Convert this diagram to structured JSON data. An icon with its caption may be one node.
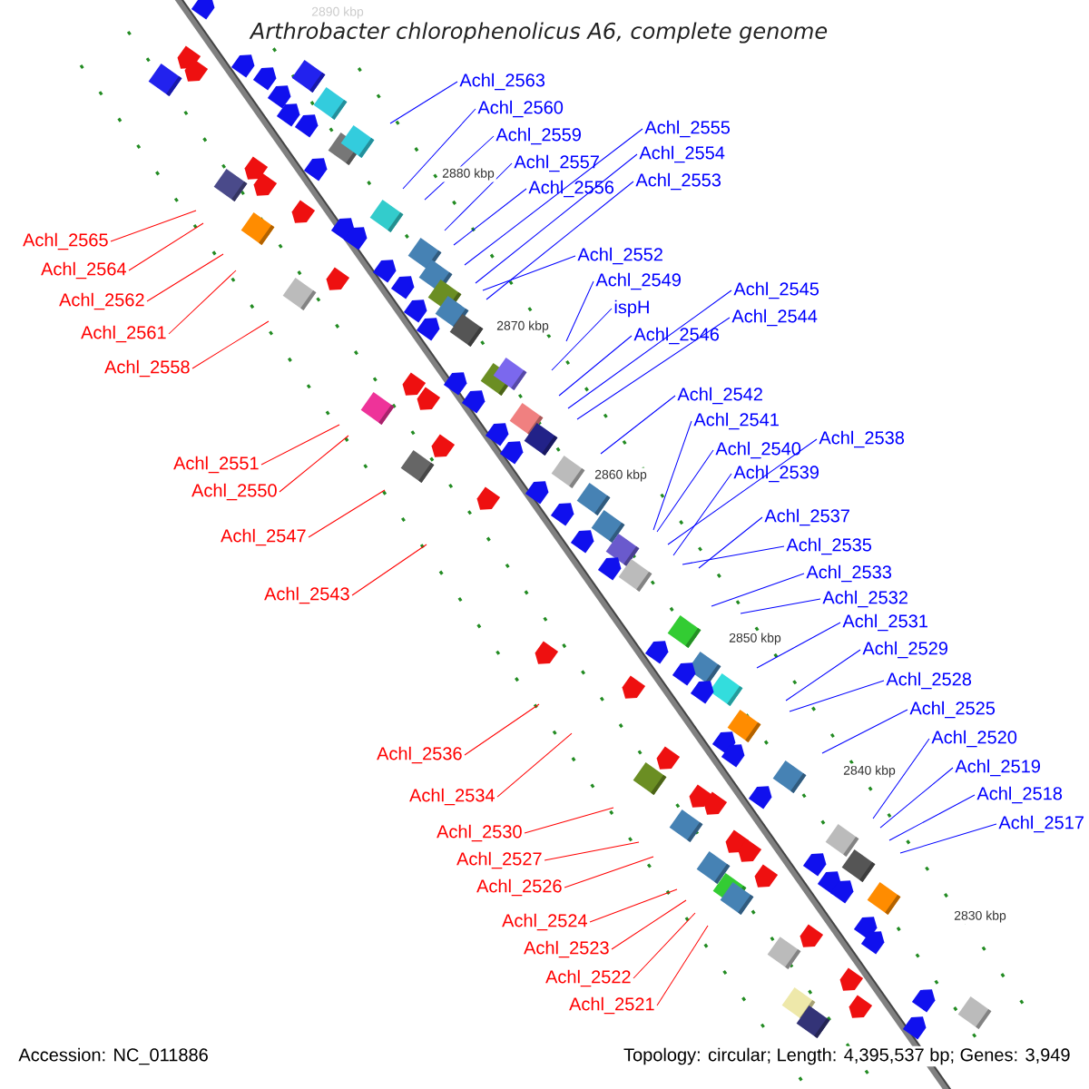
{
  "diagram": {
    "title": "Arthrobacter chlorophenolicus A6, complete genome",
    "nodes": [
      {
        "text": [
          "Achl_2563"
        ]
      },
      {
        "text": [
          "Achl_2560"
        ]
      },
      {
        "text": [
          "Achl_2559"
        ]
      },
      {
        "text": [
          "Achl_2557"
        ]
      },
      {
        "text": [
          "Achl_2556"
        ]
      },
      {
        "text": [
          "Achl_2555"
        ]
      },
      {
        "text": [
          "Achl_2554"
        ]
      },
      {
        "text": [
          "Achl_2553"
        ]
      },
      {
        "text": [
          "Achl_2552"
        ]
      },
      {
        "text": [
          "Achl_2549"
        ]
      },
      {
        "text": [
          "ispH"
        ]
      },
      {
        "text": [
          "Achl_2546"
        ]
      },
      {
        "text": [
          "Achl_2545"
        ]
      },
      {
        "text": [
          "Achl_2544"
        ]
      },
      {
        "text": [
          "Achl_2542"
        ]
      },
      {
        "text": [
          "Achl_2541"
        ]
      },
      {
        "text": [
          "Achl_2540"
        ]
      },
      {
        "text": [
          "Achl_2538"
        ]
      },
      {
        "text": [
          "Achl_2539"
        ]
      },
      {
        "text": [
          "Achl_2537"
        ]
      },
      {
        "text": [
          "Achl_2535"
        ]
      },
      {
        "text": [
          "Achl_2533"
        ]
      },
      {
        "text": [
          "Achl_2532"
        ]
      },
      {
        "text": [
          "Achl_2531"
        ]
      },
      {
        "text": [
          "Achl_2529"
        ]
      },
      {
        "text": [
          "Achl_2528"
        ]
      },
      {
        "text": [
          "Achl_2525"
        ]
      },
      {
        "text": [
          "Achl_2520"
        ]
      },
      {
        "text": [
          "Achl_2519"
        ]
      },
      {
        "text": [
          "Achl_2518"
        ]
      },
      {
        "text": [
          "Achl_2517"
        ]
      },
      {
        "text": [
          "Achl_2565"
        ]
      },
      {
        "text": [
          "Achl_2564"
        ]
      },
      {
        "text": [
          "Achl_2562"
        ]
      },
      {
        "text": [
          "Achl_2561"
        ]
      },
      {
        "text": [
          "Achl_2558"
        ]
      },
      {
        "text": [
          "Achl_2551"
        ]
      },
      {
        "text": [
          "Achl_2550"
        ]
      },
      {
        "text": [
          "Achl_2547"
        ]
      },
      {
        "text": [
          "Achl_2543"
        ]
      },
      {
        "text": [
          "Achl_2536"
        ]
      },
      {
        "text": [
          "Achl_2534"
        ]
      },
      {
        "text": [
          "Achl_2530"
        ]
      },
      {
        "text": [
          "Achl_2527"
        ]
      },
      {
        "text": [
          "Achl_2526"
        ]
      },
      {
        "text": [
          "Achl_2524"
        ]
      },
      {
        "text": [
          "Achl_2523"
        ]
      },
      {
        "text": [
          "Achl_2522"
        ]
      },
      {
        "text": [
          "Achl_2521"
        ]
      }
    ],
    "edges": [
      {
        "from": 0,
        "to": null,
        "arrow": "none"
      },
      {
        "from": 1,
        "to": null,
        "arrow": "none"
      },
      {
        "from": 2,
        "to": null,
        "arrow": "none"
      },
      {
        "from": 3,
        "to": null,
        "arrow": "none"
      },
      {
        "from": 4,
        "to": null,
        "arrow": "none"
      },
      {
        "from": 5,
        "to": null,
        "arrow": "none"
      },
      {
        "from": 6,
        "to": null,
        "arrow": "none"
      },
      {
        "from": 7,
        "to": null,
        "arrow": "none"
      },
      {
        "from": 8,
        "to": null,
        "arrow": "none"
      },
      {
        "from": 9,
        "to": null,
        "arrow": "none"
      },
      {
        "from": 10,
        "to": null,
        "arrow": "none"
      },
      {
        "from": 11,
        "to": null,
        "arrow": "none"
      },
      {
        "from": 12,
        "to": null,
        "arrow": "none"
      },
      {
        "from": 13,
        "to": null,
        "arrow": "none"
      },
      {
        "from": 14,
        "to": null,
        "arrow": "none"
      },
      {
        "from": 15,
        "to": null,
        "arrow": "none"
      },
      {
        "from": 16,
        "to": null,
        "arrow": "none"
      },
      {
        "from": 17,
        "to": null,
        "arrow": "none"
      },
      {
        "from": 18,
        "to": null,
        "arrow": "none"
      },
      {
        "from": 19,
        "to": null,
        "arrow": "none"
      },
      {
        "from": 20,
        "to": null,
        "arrow": "none"
      },
      {
        "from": 21,
        "to": null,
        "arrow": "none"
      },
      {
        "from": 22,
        "to": null,
        "arrow": "none"
      },
      {
        "from": 23,
        "to": null,
        "arrow": "none"
      },
      {
        "from": 24,
        "to": null,
        "arrow": "none"
      },
      {
        "from": 25,
        "to": null,
        "arrow": "none"
      },
      {
        "from": 26,
        "to": null,
        "arrow": "none"
      },
      {
        "from": 27,
        "to": null,
        "arrow": "none"
      },
      {
        "from": 28,
        "to": null,
        "arrow": "none"
      },
      {
        "from": 29,
        "to": null,
        "arrow": "none"
      },
      {
        "from": 30,
        "to": null,
        "arrow": "none"
      },
      {
        "from": 31,
        "to": null,
        "arrow": "none",
        "color": "#ff0000"
      },
      {
        "from": 32,
        "to": null,
        "arrow": "none",
        "color": "#ff0000"
      },
      {
        "from": 33,
        "to": null,
        "arrow": "none",
        "color": "#ff0000"
      },
      {
        "from": 34,
        "to": null,
        "arrow": "none",
        "color": "#ff0000"
      },
      {
        "from": 35,
        "to": null,
        "arrow": "none",
        "color": "#ff0000"
      },
      {
        "from": 36,
        "to": null,
        "arrow": "none",
        "color": "#ff0000"
      },
      {
        "from": 37,
        "to": null,
        "arrow": "none",
        "color": "#ff0000"
      },
      {
        "from": 38,
        "to": null,
        "arrow": "none",
        "color": "#ff0000"
      },
      {
        "from": 39,
        "to": null,
        "arrow": "none",
        "color": "#ff0000"
      },
      {
        "from": 40,
        "to": null,
        "arrow": "none",
        "color": "#ff0000"
      },
      {
        "from": 41,
        "to": null,
        "arrow": "none",
        "color": "#ff0000"
      },
      {
        "from": 42,
        "to": null,
        "arrow": "none",
        "color": "#ff0000"
      },
      {
        "from": 43,
        "to": null,
        "arrow": "none",
        "color": "#ff0000"
      },
      {
        "from": 44,
        "to": null,
        "arrow": "none",
        "color": "#ff0000"
      },
      {
        "from": 45,
        "to": null,
        "arrow": "none",
        "color": "#ff0000"
      },
      {
        "from": 46,
        "to": null,
        "arrow": "none",
        "color": "#ff0000"
      },
      {
        "from": 47,
        "to": null,
        "arrow": "none",
        "color": "#ff0000"
      },
      {
        "from": 48,
        "to": null,
        "arrow": "none",
        "color": "#ff0000"
      }
    ],
    "labels": [
      "2890 kbp",
      "2880 kbp",
      "2870 kbp",
      "2860 kbp",
      "2850 kbp",
      "2840 kbp",
      "2830 kbp",
      "Accession: NC_011886",
      "Topology: circular; Length: 4,395,537 bp; Genes: 3,949"
    ]
  }
}
